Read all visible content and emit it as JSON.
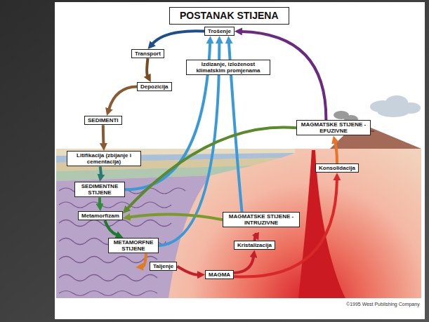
{
  "diagram": {
    "title": "POSTANAK STIJENA",
    "nodes": [
      {
        "text": [
          "Trošenje"
        ]
      },
      {
        "text": [
          "Transport"
        ]
      },
      {
        "text": [
          "Izdizanje, izloženost klimatskim promjenama"
        ]
      },
      {
        "text": [
          "Depozicija"
        ]
      },
      {
        "text": [
          "MAGMATSKE STIJENE - EFUZIVNE"
        ]
      },
      {
        "text": [
          "SEDIMENTI"
        ]
      },
      {
        "text": [
          "Litifikacija (zbijanje i cementacija)"
        ]
      },
      {
        "text": [
          "Konsolidacija"
        ]
      },
      {
        "text": [
          "SEDIMENTNE STIJENE"
        ]
      },
      {
        "text": [
          "Metamorfizam"
        ]
      },
      {
        "text": [
          "MAGMATSKE STIJENE - INTRUZIVNE"
        ]
      },
      {
        "text": [
          "METAMORFNE STIJENE"
        ]
      },
      {
        "text": [
          "Kristalizacija"
        ]
      },
      {
        "text": [
          "Taljenje"
        ]
      },
      {
        "text": [
          "MAGMA"
        ]
      }
    ],
    "edges": [
      {
        "from": 0,
        "to": 1,
        "arrow": "to"
      },
      {
        "from": 1,
        "to": 3,
        "arrow": "to"
      },
      {
        "from": 3,
        "to": 5,
        "arrow": "to"
      },
      {
        "from": 5,
        "to": 6,
        "arrow": "to"
      },
      {
        "from": 6,
        "to": 8,
        "arrow": "to"
      },
      {
        "from": 8,
        "to": 9,
        "arrow": "to"
      },
      {
        "from": 9,
        "to": 11,
        "arrow": "to"
      },
      {
        "from": 11,
        "to": 13,
        "arrow": "to"
      },
      {
        "from": 13,
        "to": 14,
        "arrow": "to"
      },
      {
        "from": 14,
        "to": 12,
        "arrow": "to"
      },
      {
        "from": 12,
        "to": 10,
        "arrow": "to"
      },
      {
        "from": 14,
        "to": 7,
        "arrow": "to"
      },
      {
        "from": 7,
        "to": 4,
        "arrow": "to"
      },
      {
        "from": 4,
        "to": 0,
        "arrow": "to"
      },
      {
        "from": 8,
        "to": 0,
        "arrow": "to"
      },
      {
        "from": 11,
        "to": 0,
        "arrow": "to"
      },
      {
        "from": 10,
        "to": 0,
        "arrow": "to"
      },
      {
        "from": 10,
        "to": 9,
        "arrow": "to"
      },
      {
        "from": 4,
        "to": 9,
        "arrow": "to"
      }
    ],
    "labels": [
      "©1995 West Publishing Company"
    ]
  }
}
